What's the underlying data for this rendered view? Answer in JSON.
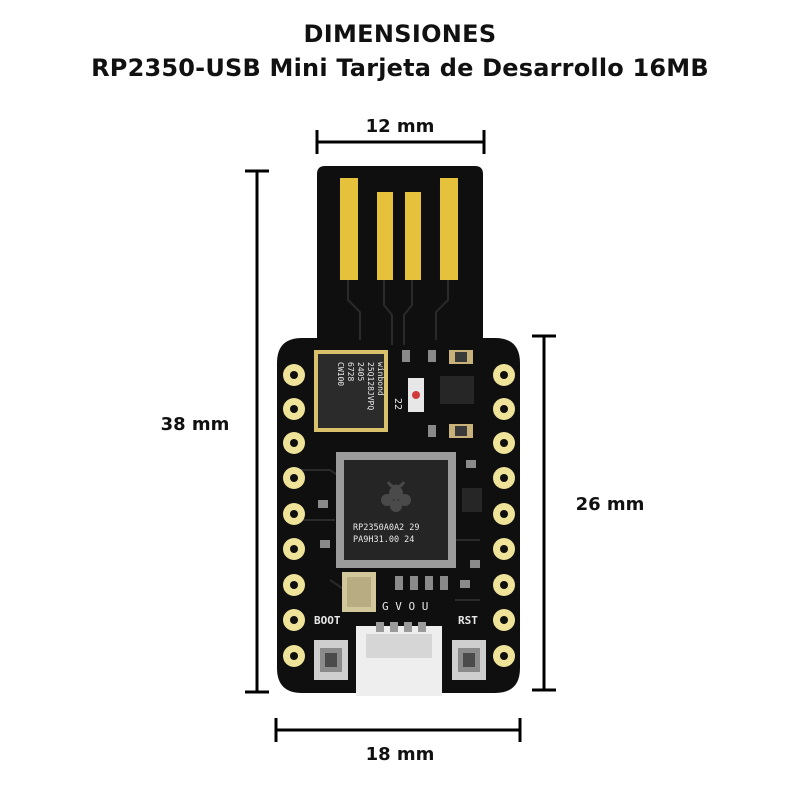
{
  "header": {
    "title": "DIMENSIONES",
    "subtitle": "RP2350-USB Mini Tarjeta de Desarrollo 16MB"
  },
  "dimensions": {
    "usb_width": "12 mm",
    "total_length": "38 mm",
    "board_length": "26 mm",
    "board_width": "18 mm"
  },
  "board": {
    "flash_marking": [
      "winbond",
      "25Q128JVPQ",
      "2405",
      "6728",
      "CW100"
    ],
    "mcu_marking": [
      "RP2350A0A2 29",
      "PA9H31.00 24"
    ],
    "boot_label": "BOOT",
    "rst_label": "RST",
    "led_label": "22",
    "pin_labels": "G V O U"
  },
  "colors": {
    "pcb": "#0f0f0f",
    "gold": "#e6c23c",
    "pad": "#efe39a",
    "dimension_line": "#000000"
  }
}
